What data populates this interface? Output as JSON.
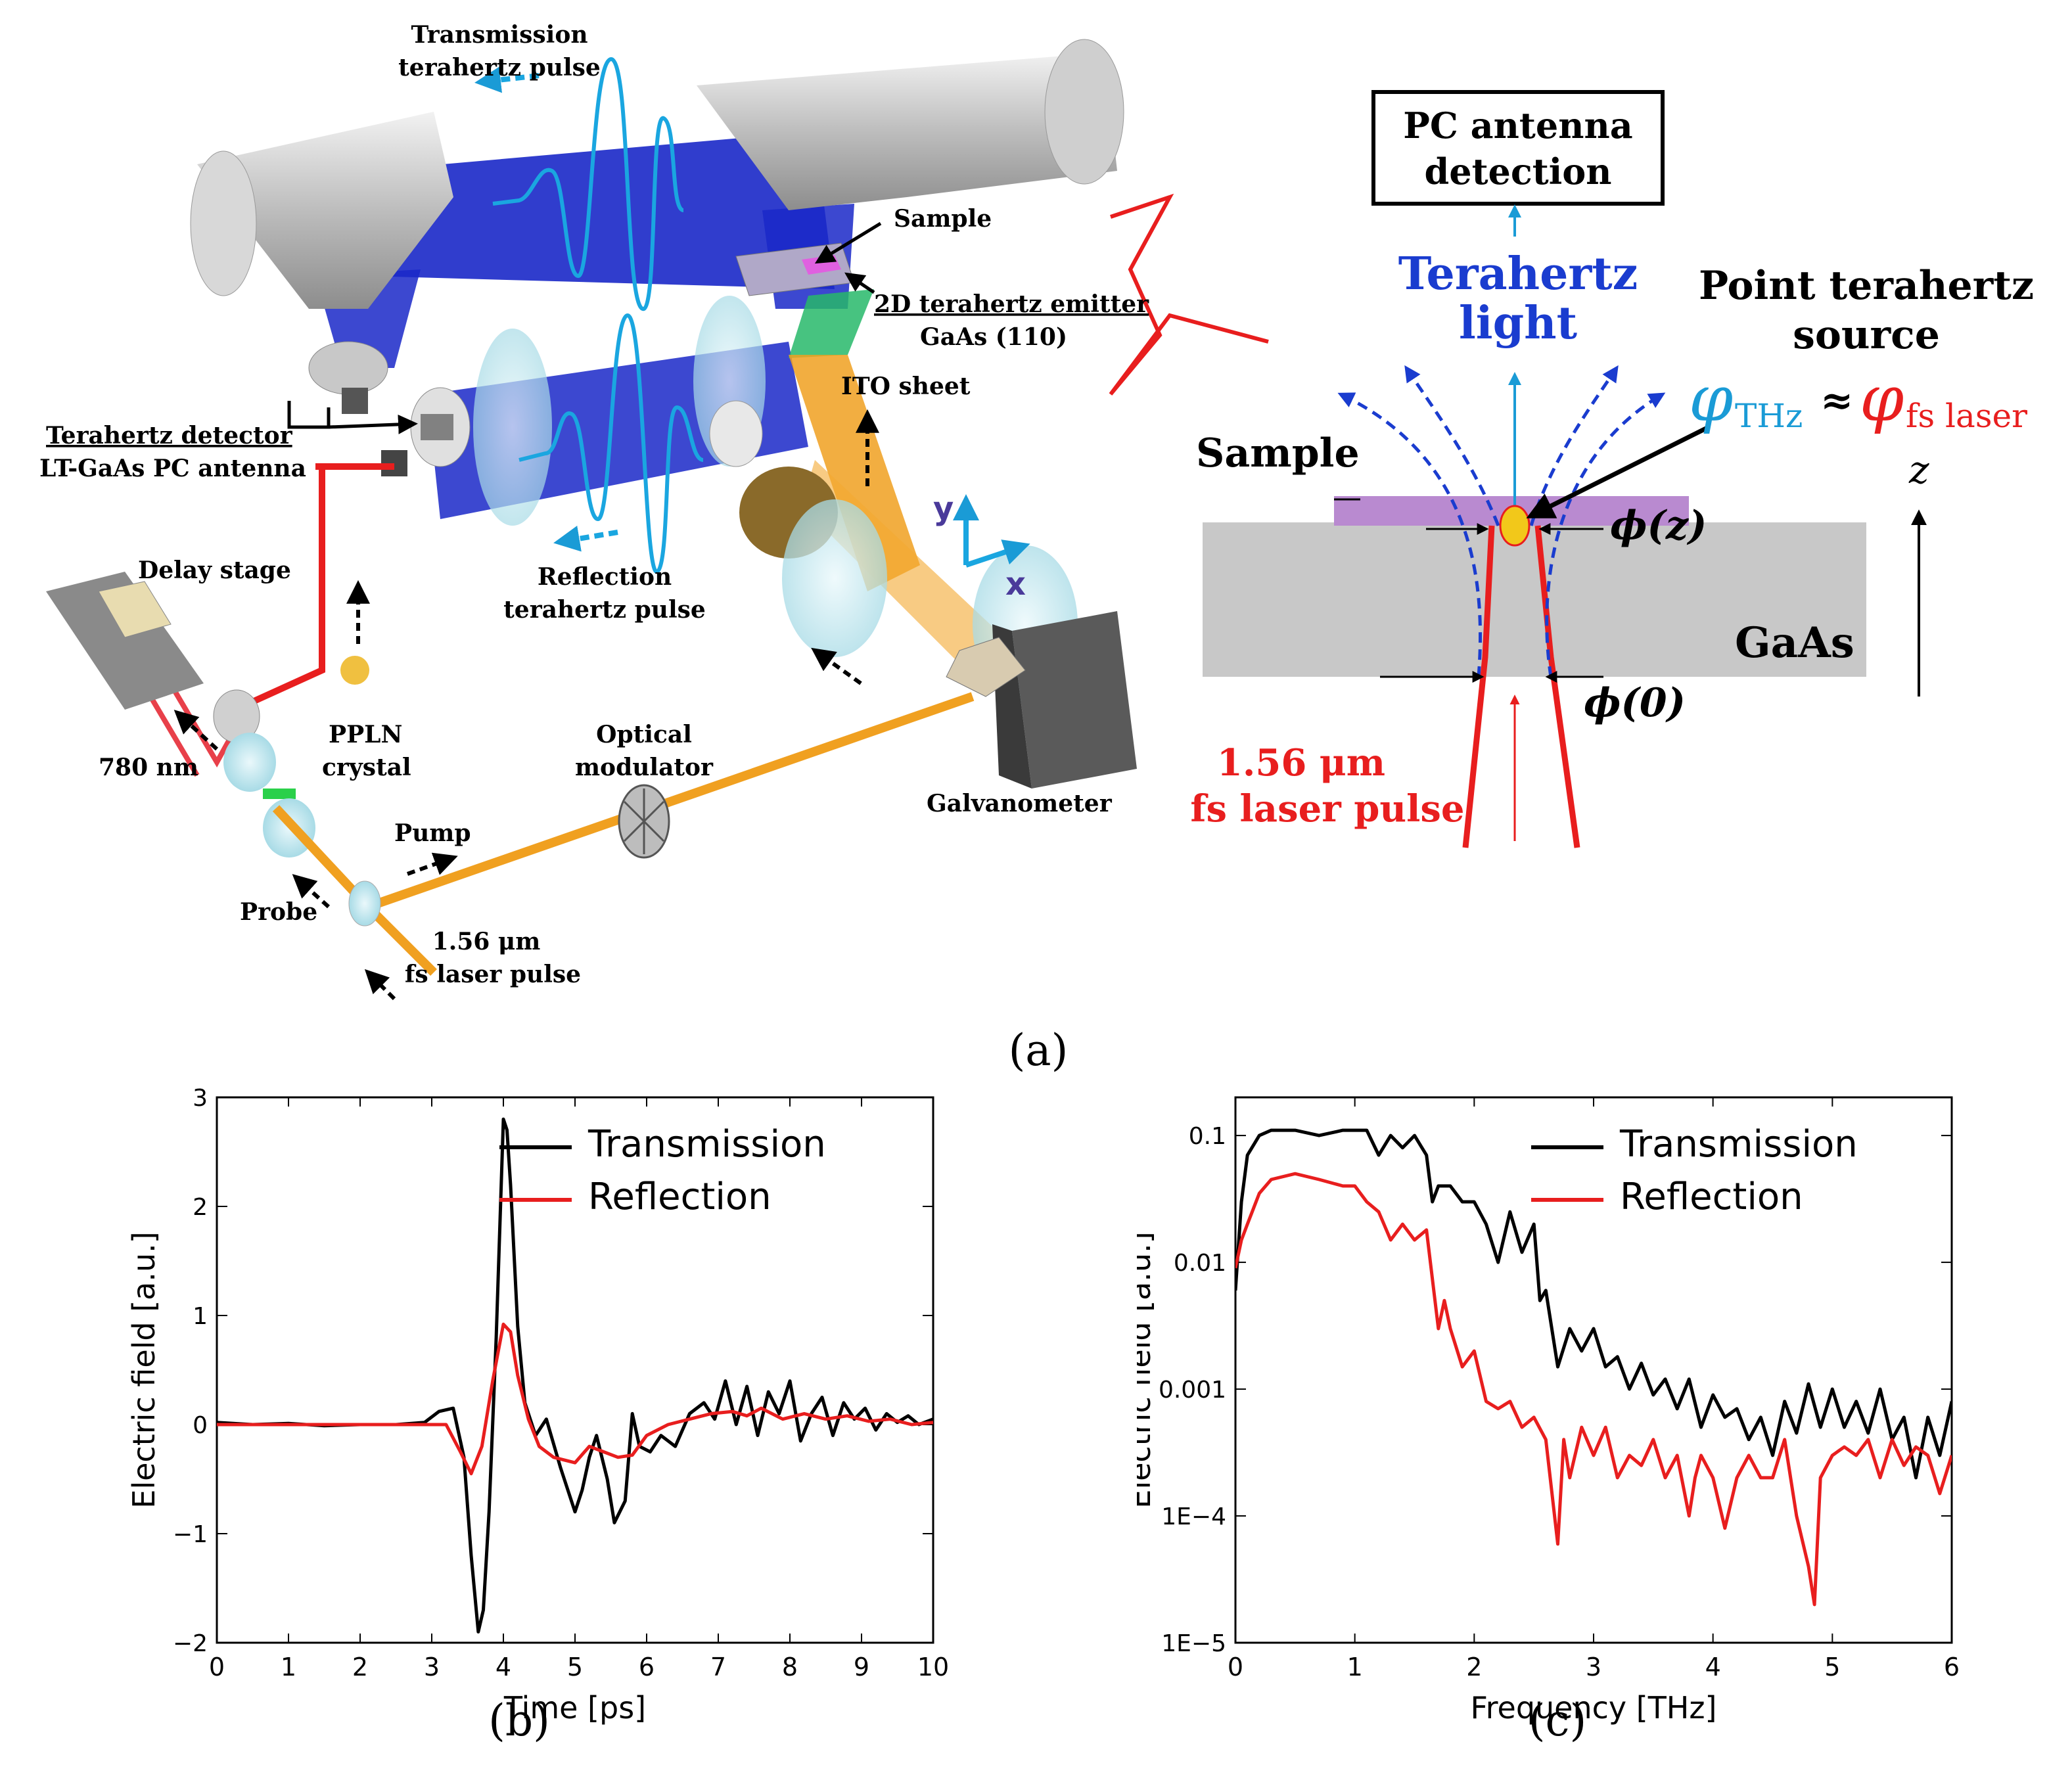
{
  "figure_a": {
    "caption": "(a)",
    "left": {
      "transmission_pulse_line1": "Transmission",
      "transmission_pulse_line2": "terahertz pulse",
      "sample": "Sample",
      "emitter_line1": "2D terahertz emitter",
      "emitter_line2": "GaAs (110)",
      "ito": "ITO sheet",
      "detector_line1": "Terahertz detector",
      "detector_line2": "LT-GaAs PC antenna",
      "delay_stage": "Delay stage",
      "reflection_pulse_line1": "Reflection",
      "reflection_pulse_line2": "terahertz pulse",
      "nm780": "780 nm",
      "ppln_line1": "PPLN",
      "ppln_line2": "crystal",
      "modulator_line1": "Optical",
      "modulator_line2": "modulator",
      "galvanometer": "Galvanometer",
      "pump": "Pump",
      "probe": "Probe",
      "laser_line1": "1.56 μm",
      "laser_line2": "fs laser pulse",
      "axis_x": "x",
      "axis_y": "y"
    },
    "right": {
      "box_line1": "PC antenna",
      "box_line2": "detection",
      "thz_line1": "Terahertz",
      "thz_line2": "light",
      "point_line1": "Point terahertz",
      "point_line2": "source",
      "phi": "φ",
      "phi_thz_sub": "THz",
      "approx": "≈",
      "phi_fs_sub": "fs laser",
      "sample": "Sample",
      "phi_z": "ϕ(z)",
      "gaas": "GaAs",
      "phi_0": "ϕ(0)",
      "z": "z",
      "laser_line1": "1.56 μm",
      "laser_line2": "fs laser pulse"
    },
    "colors": {
      "thz_blue": "#1a3ccf",
      "cyan": "#1a9bd6",
      "laser_red": "#e81e1e",
      "pump_orange": "#f0a020",
      "sample_purple": "#b98ad0",
      "gaas_gray": "#c8c8c8"
    }
  },
  "chart_data": [
    {
      "caption": "(b)",
      "type": "line",
      "xlabel": "Time [ps]",
      "ylabel": "Electric field [a.u.]",
      "xlim": [
        0,
        10
      ],
      "ylim": [
        -2,
        3
      ],
      "xticks": [
        "0",
        "1",
        "2",
        "3",
        "4",
        "5",
        "6",
        "7",
        "8",
        "9",
        "10"
      ],
      "yticks": [
        "−2",
        "−1",
        "0",
        "1",
        "2",
        "3"
      ],
      "legend_position": "top-right",
      "series": [
        {
          "name": "Transmission",
          "color": "#000000",
          "x": [
            0,
            0.5,
            1,
            1.5,
            2,
            2.5,
            2.9,
            3.1,
            3.3,
            3.45,
            3.55,
            3.65,
            3.72,
            3.8,
            3.9,
            4.0,
            4.05,
            4.1,
            4.2,
            4.3,
            4.45,
            4.6,
            4.8,
            5.0,
            5.1,
            5.2,
            5.3,
            5.45,
            5.55,
            5.7,
            5.8,
            5.9,
            6.05,
            6.2,
            6.4,
            6.6,
            6.8,
            6.95,
            7.1,
            7.25,
            7.4,
            7.55,
            7.7,
            7.85,
            8.0,
            8.15,
            8.3,
            8.45,
            8.6,
            8.75,
            8.9,
            9.05,
            9.2,
            9.35,
            9.5,
            9.65,
            9.8,
            10.0
          ],
          "y": [
            0.02,
            0.0,
            0.01,
            -0.01,
            0.0,
            0.0,
            0.02,
            0.12,
            0.15,
            -0.3,
            -1.2,
            -1.9,
            -1.7,
            -0.8,
            0.8,
            2.8,
            2.7,
            2.2,
            0.9,
            0.2,
            -0.1,
            0.05,
            -0.4,
            -0.8,
            -0.6,
            -0.3,
            -0.1,
            -0.5,
            -0.9,
            -0.7,
            0.1,
            -0.2,
            -0.25,
            -0.1,
            -0.2,
            0.1,
            0.2,
            0.05,
            0.4,
            0.0,
            0.35,
            -0.1,
            0.3,
            0.1,
            0.4,
            -0.15,
            0.1,
            0.25,
            -0.1,
            0.2,
            0.05,
            0.15,
            -0.05,
            0.1,
            0.02,
            0.08,
            0.0,
            0.05
          ]
        },
        {
          "name": "Reflection",
          "color": "#e81e1e",
          "x": [
            0,
            1,
            2,
            3,
            3.2,
            3.4,
            3.55,
            3.7,
            3.85,
            4.0,
            4.1,
            4.2,
            4.35,
            4.5,
            4.7,
            5.0,
            5.2,
            5.4,
            5.6,
            5.8,
            6.0,
            6.3,
            6.6,
            6.9,
            7.2,
            7.4,
            7.6,
            7.9,
            8.2,
            8.5,
            8.8,
            9.1,
            9.4,
            9.7,
            10.0
          ],
          "y": [
            0.0,
            0.0,
            0.0,
            0.0,
            0.0,
            -0.25,
            -0.45,
            -0.2,
            0.4,
            0.92,
            0.85,
            0.45,
            0.05,
            -0.2,
            -0.3,
            -0.35,
            -0.2,
            -0.25,
            -0.3,
            -0.28,
            -0.1,
            0.0,
            0.05,
            0.1,
            0.12,
            0.08,
            0.15,
            0.05,
            0.1,
            0.05,
            0.08,
            0.03,
            0.05,
            0.0,
            0.02
          ]
        }
      ]
    },
    {
      "caption": "(c)",
      "type": "line",
      "xlabel": "Frequency [THz]",
      "ylabel": "Electric field [a.u.]",
      "xlim": [
        0,
        6
      ],
      "ylim": [
        1e-05,
        0.2
      ],
      "log_y": true,
      "xticks": [
        "0",
        "1",
        "2",
        "3",
        "4",
        "5",
        "6"
      ],
      "yticks": [
        "0.1",
        "0.01",
        "0.001",
        "1E−4",
        "1E−5"
      ],
      "legend_position": "top-right",
      "series": [
        {
          "name": "Transmission",
          "color": "#000000",
          "x": [
            0,
            0.05,
            0.1,
            0.2,
            0.3,
            0.5,
            0.7,
            0.9,
            1.1,
            1.2,
            1.3,
            1.4,
            1.5,
            1.6,
            1.65,
            1.7,
            1.8,
            1.9,
            2.0,
            2.1,
            2.2,
            2.3,
            2.4,
            2.5,
            2.55,
            2.6,
            2.7,
            2.8,
            2.9,
            3.0,
            3.1,
            3.2,
            3.3,
            3.4,
            3.5,
            3.6,
            3.7,
            3.8,
            3.9,
            4.0,
            4.1,
            4.2,
            4.3,
            4.4,
            4.5,
            4.6,
            4.7,
            4.8,
            4.9,
            5.0,
            5.1,
            5.2,
            5.3,
            5.4,
            5.5,
            5.6,
            5.7,
            5.8,
            5.9,
            6.0
          ],
          "y": [
            0.006,
            0.03,
            0.07,
            0.1,
            0.11,
            0.11,
            0.1,
            0.11,
            0.11,
            0.07,
            0.1,
            0.08,
            0.1,
            0.07,
            0.03,
            0.04,
            0.04,
            0.03,
            0.03,
            0.02,
            0.01,
            0.025,
            0.012,
            0.02,
            0.005,
            0.006,
            0.0015,
            0.003,
            0.002,
            0.003,
            0.0015,
            0.0018,
            0.001,
            0.0016,
            0.0009,
            0.0012,
            0.0007,
            0.0012,
            0.0005,
            0.0009,
            0.0006,
            0.0007,
            0.0004,
            0.0006,
            0.0003,
            0.0008,
            0.00045,
            0.0011,
            0.0005,
            0.001,
            0.0005,
            0.0008,
            0.00045,
            0.001,
            0.0004,
            0.0006,
            0.0002,
            0.0006,
            0.0003,
            0.0008
          ]
        },
        {
          "name": "Reflection",
          "color": "#e81e1e",
          "x": [
            0,
            0.05,
            0.1,
            0.2,
            0.3,
            0.5,
            0.7,
            0.9,
            1.0,
            1.1,
            1.2,
            1.3,
            1.4,
            1.5,
            1.6,
            1.7,
            1.75,
            1.8,
            1.9,
            2.0,
            2.1,
            2.2,
            2.3,
            2.4,
            2.5,
            2.6,
            2.7,
            2.75,
            2.8,
            2.9,
            3.0,
            3.1,
            3.2,
            3.3,
            3.4,
            3.5,
            3.6,
            3.7,
            3.8,
            3.85,
            3.9,
            4.0,
            4.1,
            4.2,
            4.3,
            4.4,
            4.5,
            4.6,
            4.7,
            4.8,
            4.85,
            4.9,
            5.0,
            5.1,
            5.2,
            5.3,
            5.4,
            5.5,
            5.6,
            5.7,
            5.8,
            5.9,
            6.0
          ],
          "y": [
            0.009,
            0.015,
            0.02,
            0.035,
            0.045,
            0.05,
            0.045,
            0.04,
            0.04,
            0.03,
            0.025,
            0.015,
            0.02,
            0.015,
            0.018,
            0.003,
            0.005,
            0.003,
            0.0015,
            0.002,
            0.0008,
            0.0007,
            0.0008,
            0.0005,
            0.0006,
            0.0004,
            6e-05,
            0.0004,
            0.0002,
            0.0005,
            0.0003,
            0.0005,
            0.0002,
            0.0003,
            0.00025,
            0.0004,
            0.0002,
            0.0003,
            0.0001,
            0.0002,
            0.0003,
            0.0002,
            8e-05,
            0.0002,
            0.0003,
            0.0002,
            0.0002,
            0.0004,
            0.0001,
            4e-05,
            2e-05,
            0.0002,
            0.0003,
            0.00035,
            0.0003,
            0.0004,
            0.0002,
            0.0004,
            0.00025,
            0.00035,
            0.0003,
            0.00015,
            0.0003
          ]
        }
      ]
    }
  ]
}
